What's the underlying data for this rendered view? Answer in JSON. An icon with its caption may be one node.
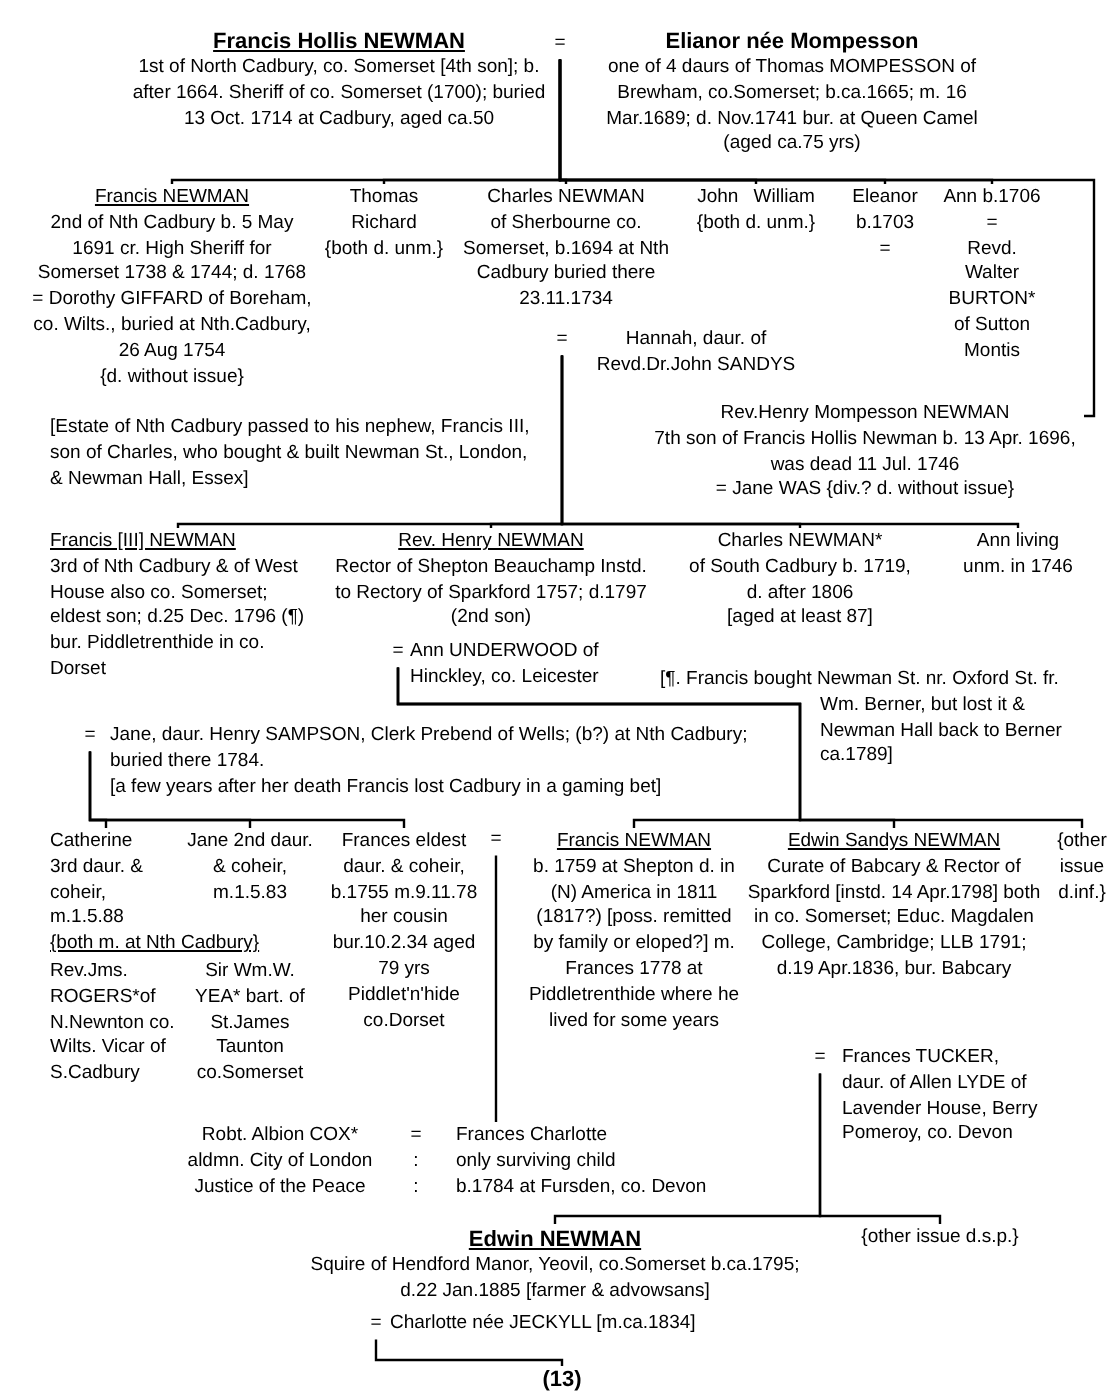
{
  "diagram": {
    "nodes": [
      {
        "text": [
          "Francis Hollis NEWMAN",
          "1st of North Cadbury, co. Somerset [4th son]; b. after 1664. Sheriff of co. Somerset (1700); buried 13 Oct. 1714 at Cadbury, aged ca.50"
        ]
      },
      {
        "text": [
          "="
        ]
      },
      {
        "text": [
          "Elianor née Mompesson",
          "one of 4 daurs of Thomas MOMPESSON of Brewham, co.Somerset; b.ca.1665; m. 16 Mar.1689; d. Nov.1741 bur. at Queen Camel (aged ca.75 yrs)"
        ]
      },
      {
        "text": [
          "Francis NEWMAN",
          "2nd of Nth Cadbury b. 5 May 1691 cr. High Sheriff for Somerset 1738 & 1744; d. 1768",
          "= Dorothy GIFFARD of Boreham, co. Wilts., buried at Nth.Cadbury, 26 Aug 1754",
          "{d. without issue}"
        ],
        "beside": [
          "[Estate of Nth Cadbury passed to his nephew, Francis III, son of Charles, who bought & built Newman St., London, & Newman Hall, Essex]"
        ]
      },
      {
        "text": [
          "Thomas Richard",
          "{both d. unm.}"
        ]
      },
      {
        "text": [
          "Charles NEWMAN",
          "of Sherbourne co. Somerset, b.1694 at Nth Cadbury buried there 23.11.1734"
        ]
      },
      {
        "text": [
          "="
        ]
      },
      {
        "text": [
          "Hannah, daur. of Revd.Dr.John SANDYS"
        ]
      },
      {
        "text": [
          "John William",
          "{both d. unm.}"
        ]
      },
      {
        "text": [
          "Eleanor b.1703",
          "="
        ]
      },
      {
        "text": [
          "Ann b.1706",
          "=",
          "Revd. Walter BURTON* of Sutton Montis"
        ]
      },
      {
        "text": [
          "Rev.Henry Mompesson NEWMAN",
          "7th son of Francis Hollis Newman b. 13 Apr. 1696, was dead 11 Jul. 1746",
          "= Jane WAS {div.? d. without issue}"
        ]
      },
      {
        "text": [
          "Francis [III] NEWMAN",
          "3rd of Nth Cadbury & of West House also co. Somerset; eldest son; d.25 Dec. 1796 (¶) bur. Piddletrenthide in co. Dorset"
        ]
      },
      {
        "text": [
          "="
        ]
      },
      {
        "text": [
          "Jane, daur. Henry SAMPSON, Clerk Prebend of Wells; (b?) at Nth Cadbury; buried there 1784.",
          "[a few years after her death Francis lost Cadbury in a gaming bet]"
        ]
      },
      {
        "text": [
          "Rev. Henry NEWMAN",
          "Rector of Shepton Beauchamp Instd. to Rectory of Sparkford 1757; d.1797 (2nd son)"
        ]
      },
      {
        "text": [
          "="
        ]
      },
      {
        "text": [
          "Ann UNDERWOOD of Hinckley, co. Leicester"
        ]
      },
      {
        "text": [
          "Charles NEWMAN*",
          "of South Cadbury b. 1719, d. after 1806",
          "[aged at least 87]"
        ]
      },
      {
        "text": [
          "Ann living unm. in 1746"
        ]
      },
      {
        "text": [
          "Catherine 3rd daur. & coheir, m.1.5.88"
        ]
      },
      {
        "text": [
          "Jane 2nd daur. & coheir, m.1.5.83"
        ]
      },
      {
        "text": [
          "Frances eldest daur. & coheir, b.1755 m.9.11.78 her cousin bur.10.2.34 aged 79 yrs Piddlet'n'hide co.Dorset"
        ]
      },
      {
        "text": [
          "="
        ]
      },
      {
        "text": [
          "Francis NEWMAN",
          "b. 1759 at Shepton d. in (N) America in 1811 (1817?) [poss. remitted by family or eloped?] m. Frances 1778 at Piddletrenthide where he lived for some years"
        ]
      },
      {
        "text": [
          "Edwin Sandys NEWMAN",
          "Curate of Babcary & Rector of Sparkford [instd. 14 Apr.1798] both in co. Somerset; Educ. Magdalen College, Cambridge; LLB 1791; d.19 Apr.1836, bur. Babcary"
        ]
      },
      {
        "text": [
          "="
        ]
      },
      {
        "text": [
          "Frances TUCKER, daur. of Allen LYDE of Lavender House, Berry Pomeroy, co. Devon"
        ]
      },
      {
        "text": [
          "{other issue d.inf.}"
        ]
      },
      {
        "text": [
          "Robt. Albion COX*",
          "aldmn. City of London",
          "Justice of the Peace"
        ]
      },
      {
        "text": [
          "="
        ]
      },
      {
        "text": [
          "Frances Charlotte",
          "only surviving child",
          "b.1784 at Fursden, co. Devon"
        ]
      },
      {
        "text": [
          "Edwin NEWMAN",
          "Squire of Hendford Manor, Yeovil, co.Somerset b.ca.1795; d.22 Jan.1885 [farmer & advowsans]"
        ]
      },
      {
        "text": [
          "{other issue d.s.p.}"
        ]
      },
      {
        "text": [
          "="
        ]
      },
      {
        "text": [
          "Charlotte née JECKYLL [m.ca.1834]"
        ]
      },
      {
        "text": [
          "(13)"
        ]
      }
    ],
    "edges": [
      {
        "from": 1,
        "to": 3,
        "arrow": "none"
      },
      {
        "from": 1,
        "to": 4,
        "arrow": "none"
      },
      {
        "from": 1,
        "to": 5,
        "arrow": "none"
      },
      {
        "from": 1,
        "to": 8,
        "arrow": "none"
      },
      {
        "from": 1,
        "to": 9,
        "arrow": "none"
      },
      {
        "from": 1,
        "to": 10,
        "arrow": "none"
      },
      {
        "from": 1,
        "to": 11,
        "arrow": "none"
      },
      {
        "from": 6,
        "to": 12,
        "arrow": "none"
      },
      {
        "from": 6,
        "to": 15,
        "arrow": "none"
      },
      {
        "from": 6,
        "to": 18,
        "arrow": "none"
      },
      {
        "from": 6,
        "to": 19,
        "arrow": "none"
      },
      {
        "from": 13,
        "to": 20,
        "arrow": "none"
      },
      {
        "from": 13,
        "to": 21,
        "arrow": "none"
      },
      {
        "from": 13,
        "to": 22,
        "arrow": "none"
      },
      {
        "from": 16,
        "to": 24,
        "arrow": "none"
      },
      {
        "from": 16,
        "to": 25,
        "arrow": "none"
      },
      {
        "from": 16,
        "to": 28,
        "arrow": "none"
      },
      {
        "from": 23,
        "to": 31,
        "arrow": "none"
      },
      {
        "from": 26,
        "to": 32,
        "arrow": "none"
      },
      {
        "from": 26,
        "to": 33,
        "arrow": "none"
      },
      {
        "from": 34,
        "to": 36,
        "arrow": "none"
      }
    ],
    "labels": [
      "[¶. Francis bought Newman St. nr. Oxford St. fr. Wm. Berner, but lost it & Newman Hall back to Berner ca.1789]",
      "{both m. at Nth Cadbury}",
      "Rev.Jms. ROGERS*of N.Newnton co. Wilts. Vicar of S.Cadbury",
      "Sir Wm.W. YEA* bart. of St.James Taunton co.Somerset",
      ":",
      ":"
    ]
  }
}
